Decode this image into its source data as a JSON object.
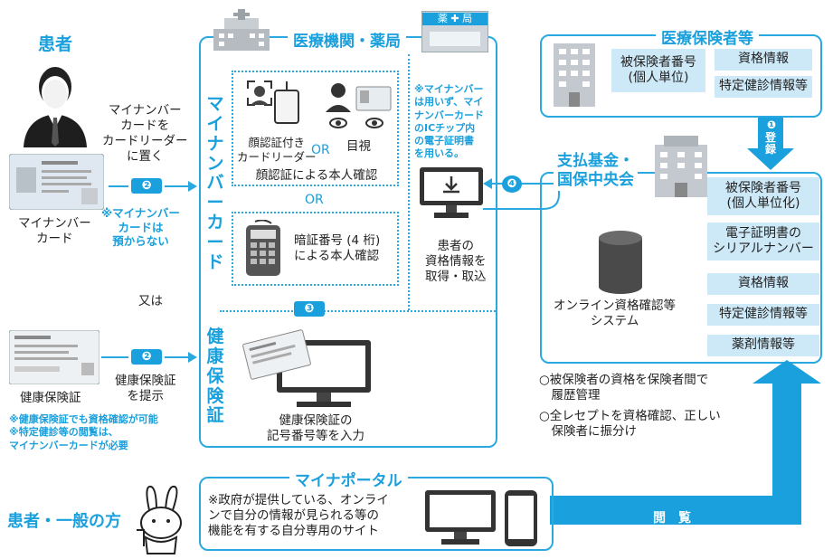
{
  "patient": {
    "title": "患者",
    "card_instruction": "マイナンバー\nカードを\nカードリーダー\nに置く",
    "card_label": "マイナンバー\nカード",
    "card_note": "※マイナンバー\nカードは\n預からない",
    "or_text": "又は",
    "insurance_label": "健康保険証",
    "insurance_instruction": "健康保険証\nを提示",
    "insurance_note": "※健康保険証でも資格確認が可能\n※特定健診等の閲覧は、\nマイナンバーカードが必要"
  },
  "steps": {
    "s2a": "❷",
    "s2b": "❷",
    "s3": "❸",
    "s4": "❹"
  },
  "medical": {
    "title": "医療機関・薬局",
    "mynumber_vertical": "マイナンバーカード",
    "face_auth": "顔認証付き\nカードリーダー",
    "or1": "OR",
    "visual": "目視",
    "face_confirm": "顔認証による本人確認",
    "or2": "OR",
    "pin_confirm": "暗証番号 (4 桁)\nによる本人確認",
    "insurance_vertical": "健康保険証",
    "insurance_input": "健康保険証の\n記号番号等を入力",
    "ic_note": "※マイナンバー\nは用いず、マイ\nナンバーカード\nのICチップ内\nの電子証明書\nを用いる。",
    "retrieve": "患者の\n資格情報を\n取得・取込",
    "pharmacy_sign": "薬 ✚ 局"
  },
  "insurer": {
    "title": "医療保険者等",
    "insured_number": "被保険者番号\n(個人単位)",
    "qualification": "資格情報",
    "checkup": "特定健診情報等"
  },
  "register": {
    "step": "❶",
    "label": "登録"
  },
  "fund": {
    "title": "支払基金・\n国保中央会",
    "system": "オンライン資格確認等\nシステム",
    "items": [
      "被保険者番号\n(個人単位化)",
      "電子証明書の\nシリアルナンバー",
      "資格情報",
      "特定健診情報等",
      "薬剤情報等"
    ]
  },
  "notes": {
    "line1": "○被保険者の資格を保険者間で\n　履歴管理",
    "line2": "○全レセプトを資格確認、正しい\n　保険者に振分け"
  },
  "portal": {
    "title": "マイナポータル",
    "desc": "※政府が提供している、オンライ\nンで自分の情報が見られる等の\n機能を有する自分専用のサイト",
    "view": "閲　覧"
  },
  "general": {
    "label": "患者・一般の方"
  }
}
